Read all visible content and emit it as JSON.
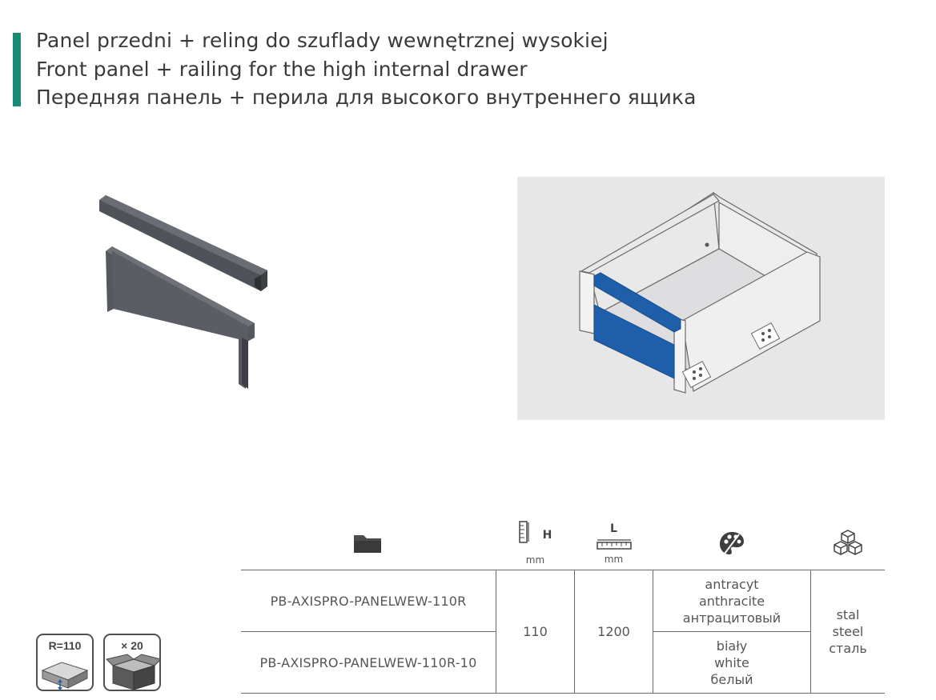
{
  "header": {
    "title_pl": "Panel przedni + reling do szuflady wewnętrznej wysokiej",
    "title_en": "Front panel + railing for the high internal drawer",
    "title_ru": "Передняя панель + перила для высокого внутреннего ящика",
    "accent_color": "#1a8a74"
  },
  "images": {
    "product_icon": "front-panel-and-railing-illustration",
    "drawer_icon": "drawer-assembly-illustration",
    "highlight_color": "#1f5ea8",
    "product_color": "#55585e"
  },
  "table": {
    "headers": {
      "folder_icon": "folder-icon",
      "height_icon": "height-ruler-icon",
      "height_letter": "H",
      "height_unit": "mm",
      "length_icon": "length-ruler-icon",
      "length_letter": "L",
      "length_unit": "mm",
      "color_icon": "palette-icon",
      "material_icon": "cubes-icon"
    },
    "rows": [
      {
        "code": "PB-AXISPRO-PANELWEW-110R",
        "color_pl": "antracyt",
        "color_en": "anthracite",
        "color_ru": "антрацитовый"
      },
      {
        "code": "PB-AXISPRO-PANELWEW-110R-10",
        "color_pl": "biały",
        "color_en": "white",
        "color_ru": "белый"
      }
    ],
    "height": "110",
    "length": "1200",
    "material_pl": "stal",
    "material_en": "steel",
    "material_ru": "сталь"
  },
  "badges": {
    "drawer_label": "R=110",
    "drawer_icon": "drawer-height-icon",
    "box_label": "× 20",
    "box_icon": "open-box-icon"
  }
}
